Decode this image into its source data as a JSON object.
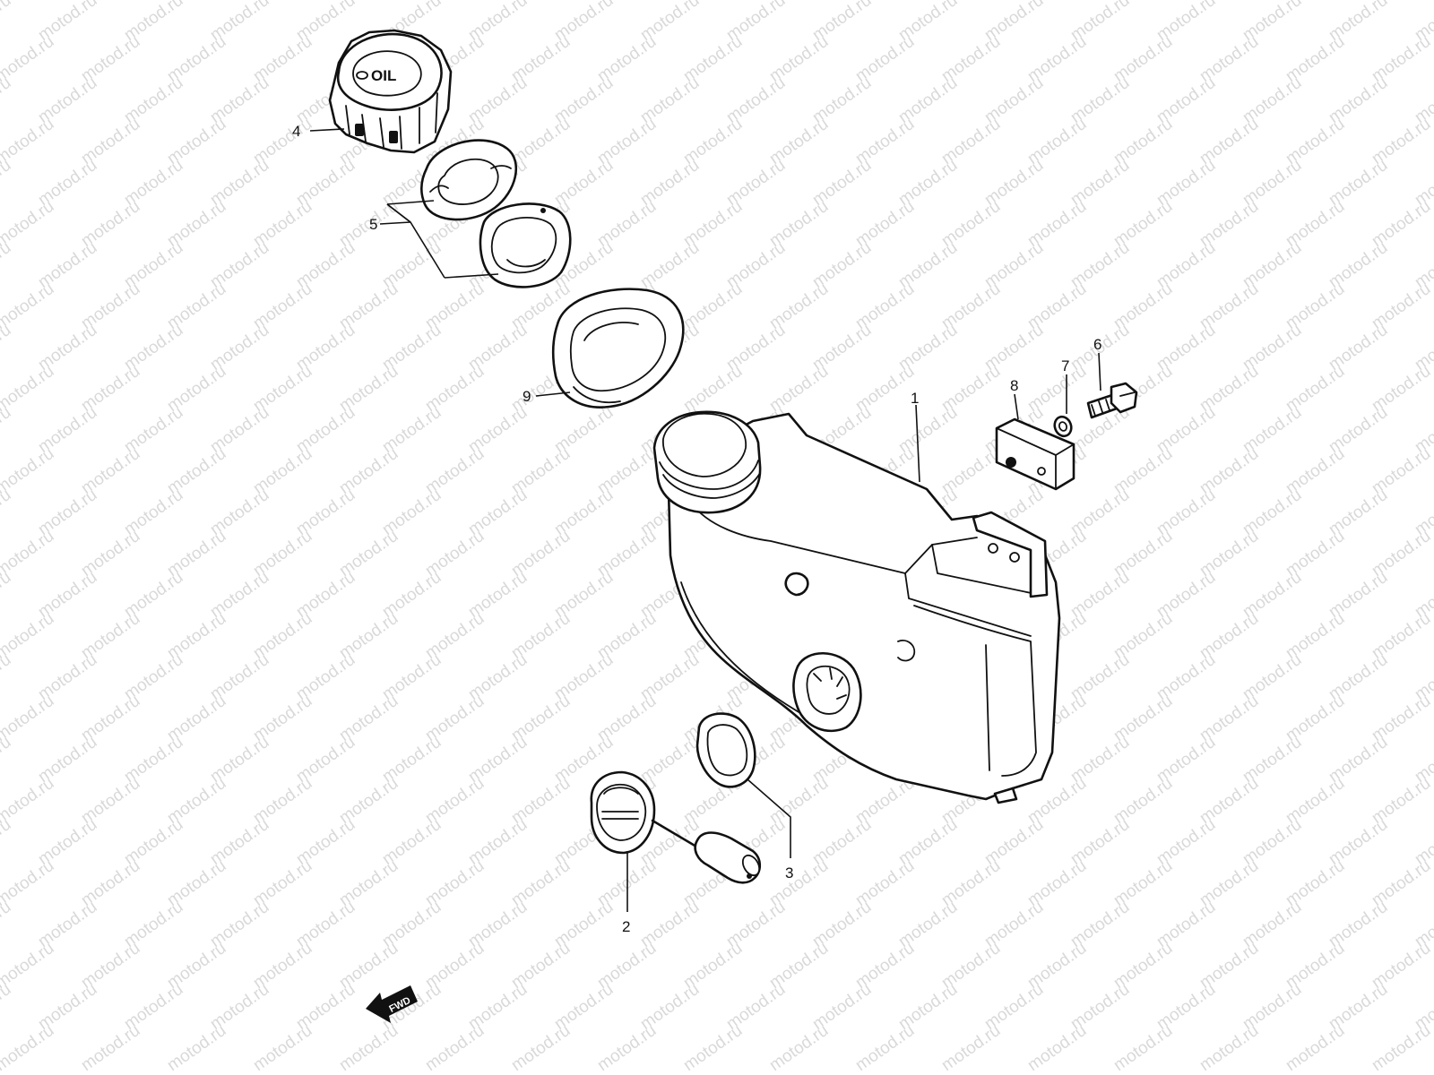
{
  "watermark": "motod.ru",
  "callouts": {
    "c1": "1",
    "c2": "2",
    "c3": "3",
    "c4": "4",
    "c5": "5",
    "c6": "6",
    "c7": "7",
    "c8": "8",
    "c9": "9"
  },
  "cap_text": "OIL",
  "fwd_label": "FWD"
}
